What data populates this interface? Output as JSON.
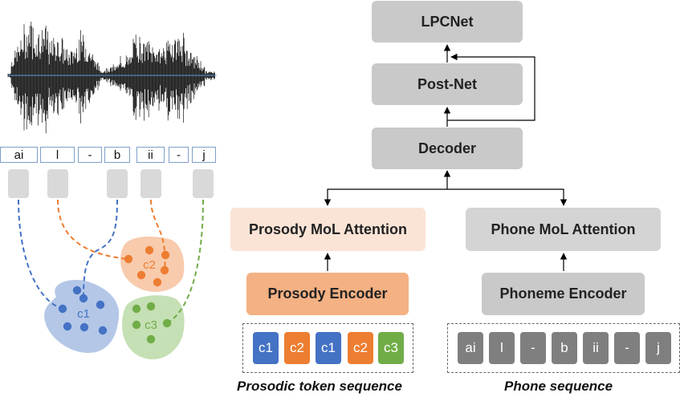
{
  "blocks": {
    "lpcnet": "LPCNet",
    "postnet": "Post-Net",
    "decoder": "Decoder",
    "prosody_attention": "Prosody MoL Attention",
    "phone_attention": "Phone MoL Attention",
    "prosody_encoder": "Prosody Encoder",
    "phoneme_encoder": "Phoneme Encoder"
  },
  "prosodic_tokens": [
    {
      "label": "c1",
      "color": "#4472c4"
    },
    {
      "label": "c2",
      "color": "#ed7d31"
    },
    {
      "label": "c1",
      "color": "#4472c4"
    },
    {
      "label": "c2",
      "color": "#ed7d31"
    },
    {
      "label": "c3",
      "color": "#70ad47"
    }
  ],
  "phone_tokens": [
    "ai",
    "l",
    "-",
    "b",
    "ii",
    "-",
    "j"
  ],
  "phone_token_color": "#7f7f7f",
  "captions": {
    "prosodic": "Prosodic token sequence",
    "phone": "Phone sequence"
  },
  "waveform_segments": [
    "ai",
    "l",
    "-",
    "b",
    "ii",
    "-",
    "j"
  ],
  "clusters": [
    {
      "label": "c1",
      "fill": "#b4c7e7",
      "dot": "#4472c4"
    },
    {
      "label": "c2",
      "fill": "#f8cbad",
      "dot": "#ed7d31"
    },
    {
      "label": "c3",
      "fill": "#c5e0b4",
      "dot": "#70ad47"
    }
  ]
}
